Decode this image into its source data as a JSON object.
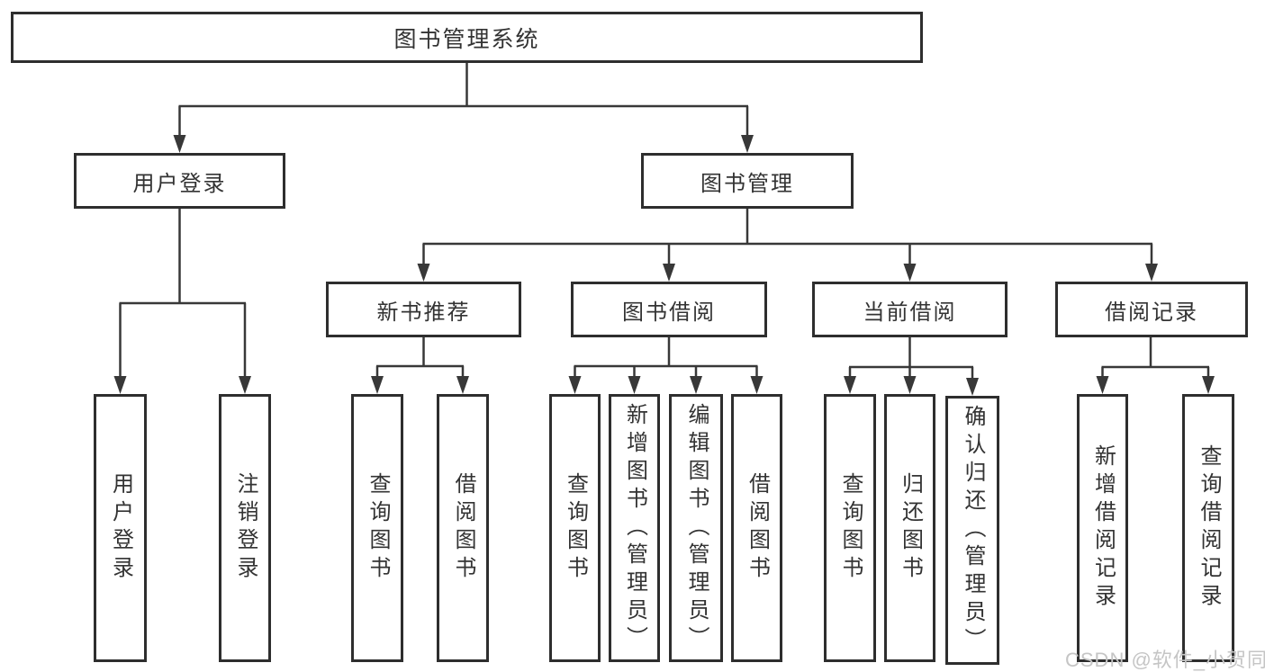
{
  "tree": {
    "label": "图书管理系统",
    "children": [
      {
        "label": "用户登录",
        "children": [
          {
            "label": "用户登录"
          },
          {
            "label": "注销登录"
          }
        ]
      },
      {
        "label": "图书管理",
        "children": [
          {
            "label": "新书推荐",
            "children": [
              {
                "label": "查询图书"
              },
              {
                "label": "借阅图书"
              }
            ]
          },
          {
            "label": "图书借阅",
            "children": [
              {
                "label": "查询图书"
              },
              {
                "label": "新增图书（管理员）"
              },
              {
                "label": "编辑图书（管理员）"
              },
              {
                "label": "借阅图书"
              }
            ]
          },
          {
            "label": "当前借阅",
            "children": [
              {
                "label": "查询图书"
              },
              {
                "label": "归还图书"
              },
              {
                "label": "确认归还（管理员）"
              }
            ]
          },
          {
            "label": "借阅记录",
            "children": [
              {
                "label": "新增借阅记录"
              },
              {
                "label": "查询借阅记录"
              }
            ]
          }
        ]
      }
    ]
  },
  "watermark": {
    "text": "CSDN @软件_小贺同学"
  },
  "colors": {
    "border": "#2e2e2e",
    "line": "#383838",
    "text": "#333333",
    "watermark": "#c5c5c5",
    "background": "#ffffff"
  }
}
